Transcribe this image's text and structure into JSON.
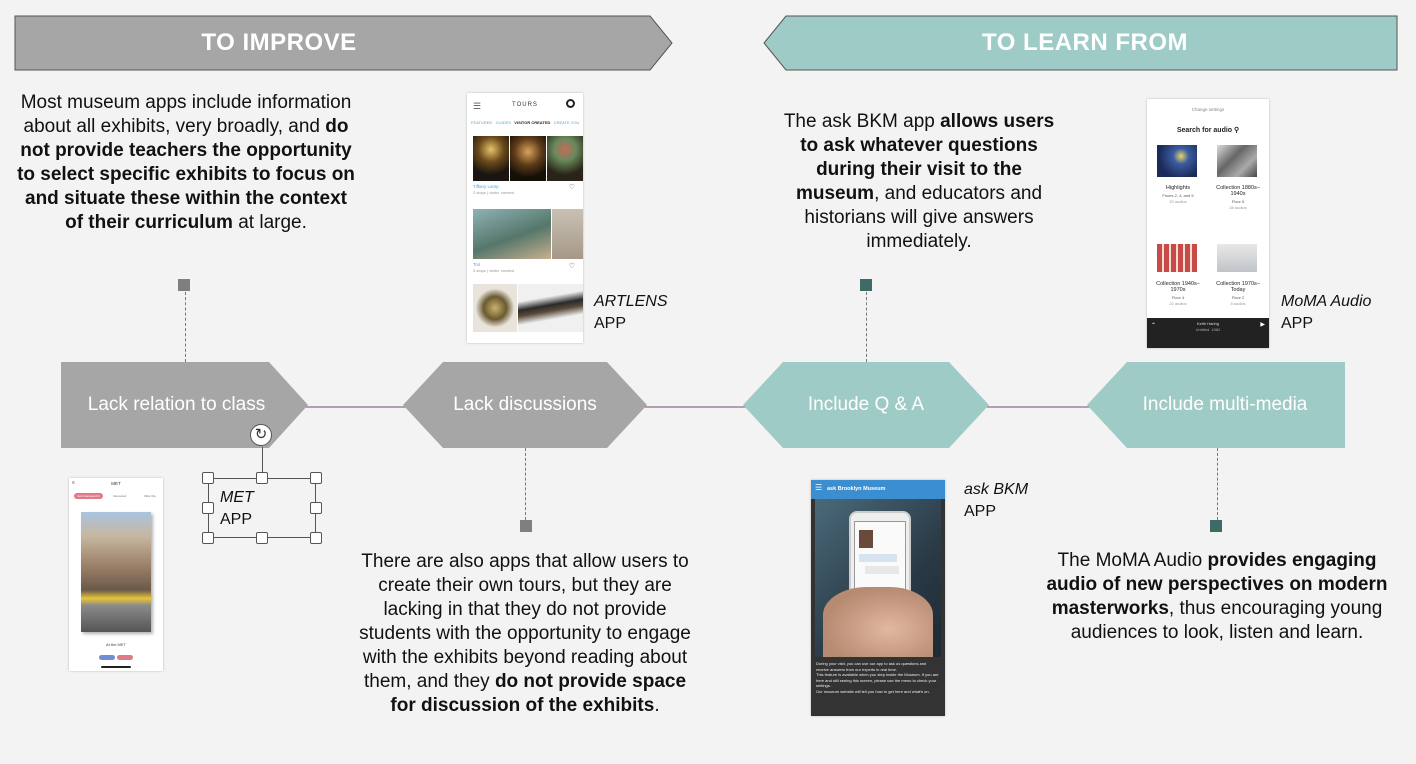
{
  "banners": {
    "improve": "TO IMPROVE",
    "learn": "TO LEARN FROM"
  },
  "nodes": [
    {
      "label": "Lack relation  to class"
    },
    {
      "label": "Lack discussions"
    },
    {
      "label": "Include  Q & A"
    },
    {
      "label": "Include multi-media"
    }
  ],
  "paragraphs": {
    "p1": {
      "t1": "Most museum apps include information about all exhibits, very broadly, and ",
      "b1": "do not provide teachers the opportunity to select specific exhibits to focus on and situate these within the context of their curriculum",
      "t2": " at large."
    },
    "p2": {
      "t1": "There are also apps that allow users to create their own tours, but they are lacking in that they do not provide students with the opportunity to engage with the exhibits beyond reading about them, and they ",
      "b1": "do not provide space for discussion of the exhibits",
      "t2": "."
    },
    "p3": {
      "t1": "The ask BKM app ",
      "b1": "allows users to ask whatever questions during their visit to the museum",
      "t2": ", and educators and historians will give answers immediately."
    },
    "p4": {
      "t1": "The MoMA Audio ",
      "b1": "provides engaging audio of new perspectives on modern masterworks",
      "t2": ", thus encouraging young audiences to look, listen and learn."
    }
  },
  "captions": {
    "artlens": {
      "name": "ARTLENS",
      "suffix": "APP"
    },
    "moma": {
      "name": "MoMA Audio",
      "suffix": "APP"
    },
    "met": {
      "name": "MET",
      "suffix": "APP"
    },
    "bkm": {
      "name": "ask BKM",
      "suffix": "APP"
    }
  },
  "screens": {
    "artlens": {
      "title": "TOURS",
      "tabs": [
        "FEATURED",
        "GUIDES",
        "VISITOR CREATED",
        "CREATE YOU"
      ],
      "items": [
        {
          "name": "Tiffany Lamp",
          "meta": "3 stops | visitor created"
        },
        {
          "name": "Tori",
          "meta": "3 stops | visitor created"
        }
      ]
    },
    "moma": {
      "top": "Change settings",
      "search": "Search for audio",
      "cards": [
        {
          "title": "Highlights",
          "sub": "Floors 2, 4, and 5",
          "count": "20 audios"
        },
        {
          "title": "Collection 1880s–1940s",
          "sub": "Floor 5",
          "count": "28 audios"
        },
        {
          "title": "Collection 1940s–1970s",
          "sub": "Floor 4",
          "count": "22 audios"
        },
        {
          "title": "Collection 1970s–Today",
          "sub": "Floor 2",
          "count": "8 audios"
        }
      ],
      "player_artist": "Keith Haring",
      "player_work": "Untitled. 1982"
    },
    "met": {
      "title": "MET",
      "pills": [
        "Just Interested In",
        "Interested",
        "Filter Me"
      ],
      "label": "At the MET"
    },
    "bkm": {
      "title": "ask Brooklyn Museum",
      "body": "During your visit, you can use our app to ask us questions and receive answers from our experts in real time.\nThis feature is available when you step inside the Museum.  If you are here and still seeing this screen, please use the menu to check your settings.\nOur museum website will tell you how to get here and what's on."
    }
  },
  "colors": {
    "gray": "#a6a6a6",
    "teal": "#9fcbc6",
    "connector": "#7a4a72",
    "marker_gray": "#7f7f7f",
    "marker_teal": "#3e6b66"
  }
}
